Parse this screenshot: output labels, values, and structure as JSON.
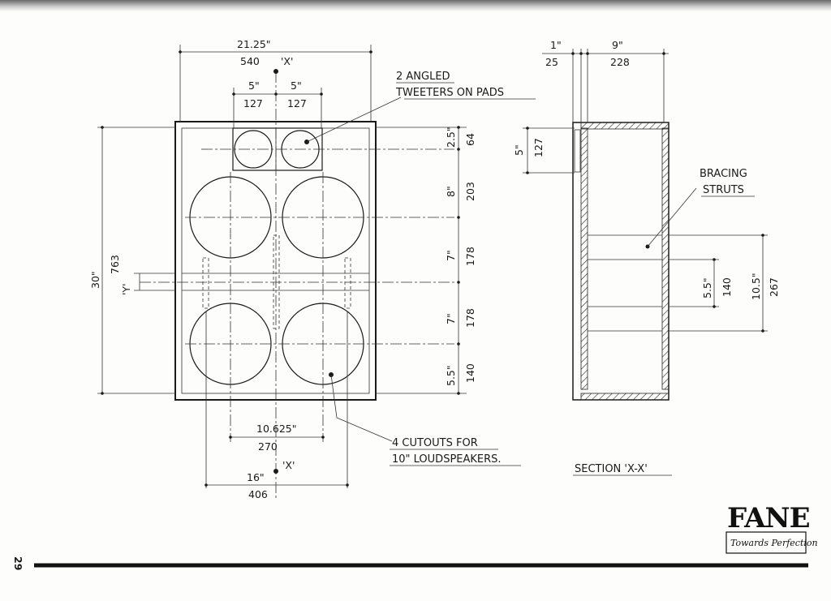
{
  "page_number": "29",
  "brand": {
    "name": "FANE",
    "tagline": "Towards Perfection"
  },
  "labels": {
    "tweeters_line1": "2 ANGLED",
    "tweeters_line2": "TWEETERS ON PADS",
    "cutouts_line1": "4 CUTOUTS FOR",
    "cutouts_line2": "10\" LOUDSPEAKERS.",
    "bracing_line1": "BRACING",
    "bracing_line2": "STRUTS",
    "section": "SECTION 'X-X'",
    "marker_x": "'X'",
    "marker_y": "'Y'"
  },
  "dimensions": {
    "width_in": "21.25\"",
    "width_mm": "540",
    "tweeter_left_in": "5\"",
    "tweeter_left_mm": "127",
    "tweeter_right_in": "5\"",
    "tweeter_right_mm": "127",
    "height_in": "30\"",
    "height_mm": "763",
    "r1_in": "2.5\"",
    "r1_mm": "64",
    "r2_in": "8\"",
    "r2_mm": "203",
    "r3_in": "7\"",
    "r3_mm": "178",
    "r4_in": "7\"",
    "r4_mm": "178",
    "r5_in": "5.5\"",
    "r5_mm": "140",
    "spacing_in": "10.625\"",
    "spacing_mm": "270",
    "outer_in": "16\"",
    "outer_mm": "406",
    "side_thick_in": "1\"",
    "side_thick_mm": "25",
    "side_depth_in": "9\"",
    "side_depth_mm": "228",
    "side_pad_in": "5\"",
    "side_pad_mm": "127",
    "brace_in": "5.5\"",
    "brace_mm": "140",
    "brace_outer_in": "10.5\"",
    "brace_outer_mm": "267"
  }
}
